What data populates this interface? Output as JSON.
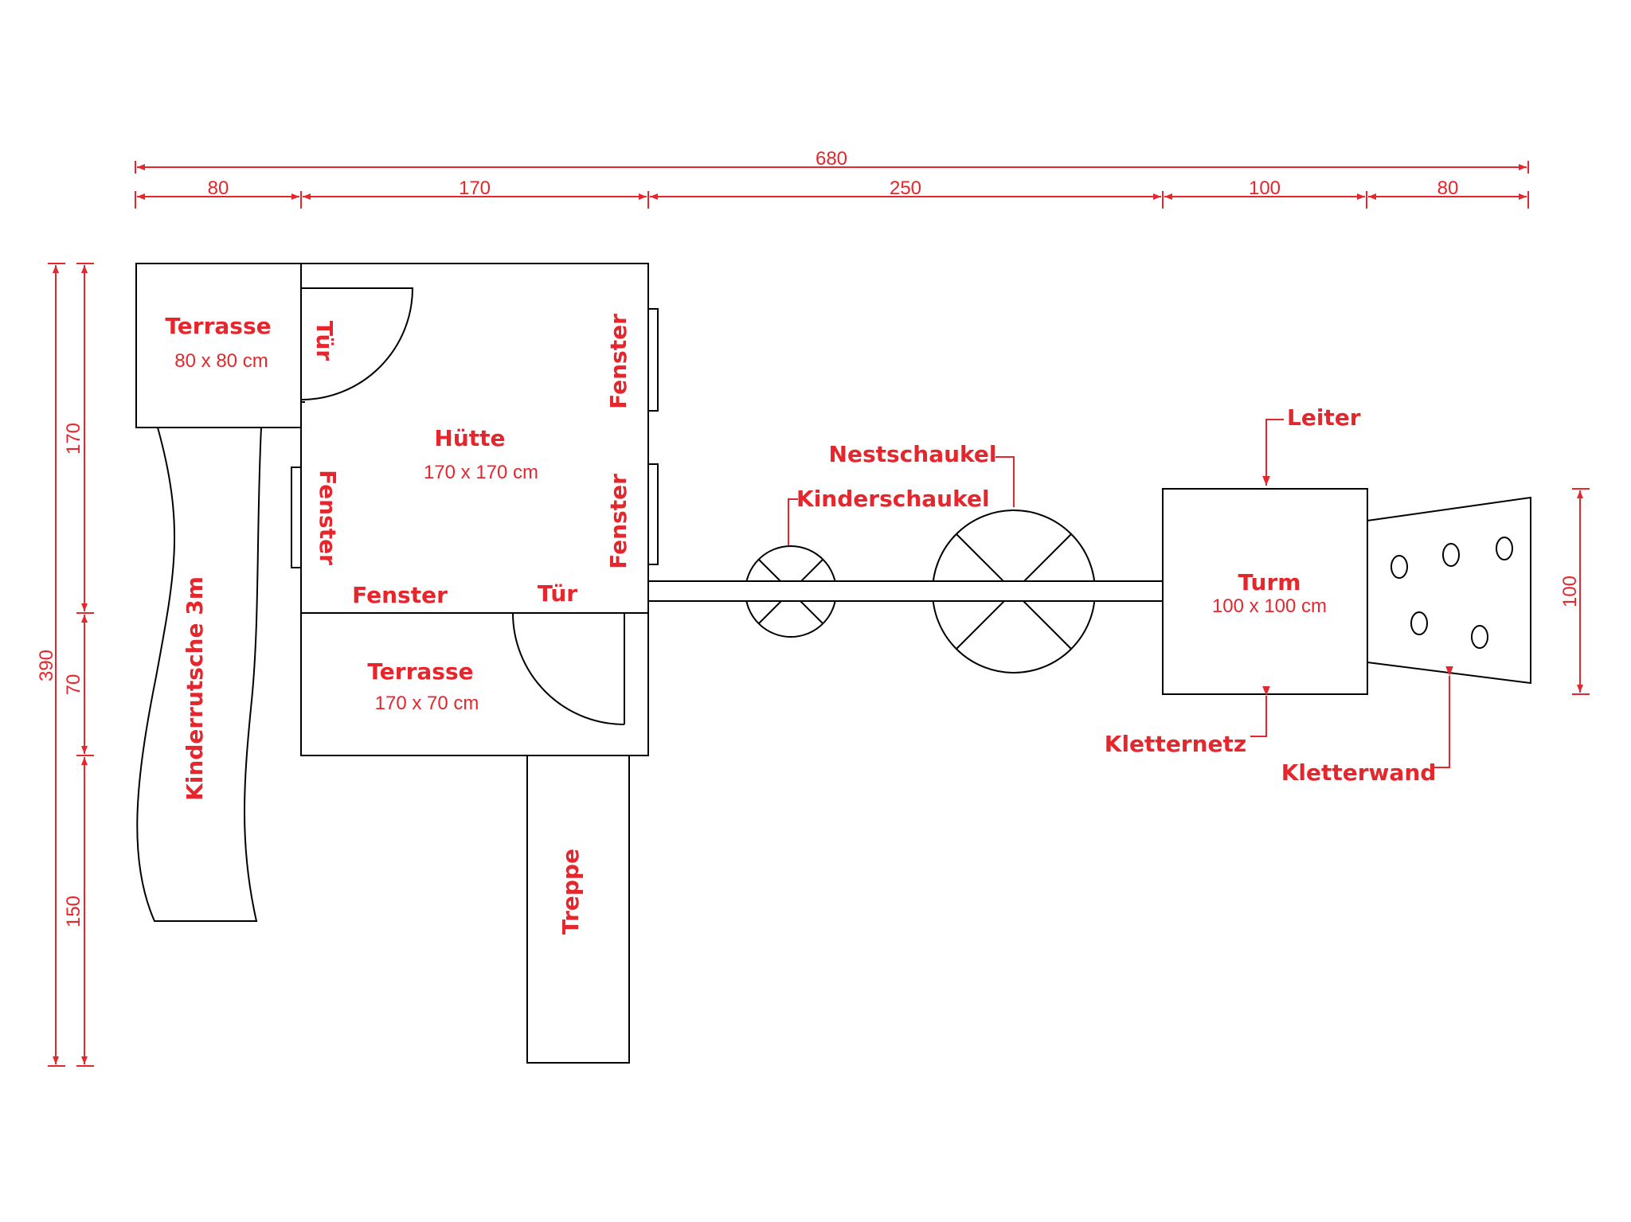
{
  "colors": {
    "annotation": "#e5262c",
    "line": "#000000",
    "background": "#ffffff"
  },
  "dimensions": {
    "top_total": "680",
    "top_segments": [
      "80",
      "170",
      "250",
      "100",
      "80"
    ],
    "left_total": "390",
    "left_segments": [
      "170",
      "70",
      "150"
    ],
    "right_tower": "100"
  },
  "labels": {
    "terrace_small_title": "Terrasse",
    "terrace_small_size": "80 x 80 cm",
    "hut_title": "Hütte",
    "hut_size": "170 x 170 cm",
    "door_top": "Tür",
    "door_bottom": "Tür",
    "window_left": "Fenster",
    "window_right_top": "Fenster",
    "window_right_bottom": "Fenster",
    "window_bottom": "Fenster",
    "terrace_big_title": "Terrasse",
    "terrace_big_size": "170 x 70 cm",
    "slide": "Kinderrutsche 3m",
    "stairs": "Treppe",
    "nest_swing": "Nestschaukel",
    "kids_swing": "Kinderschaukel",
    "ladder": "Leiter",
    "tower_title": "Turm",
    "tower_size": "100 x 100 cm",
    "climbing_net": "Kletternetz",
    "climbing_wall": "Kletterwand"
  }
}
